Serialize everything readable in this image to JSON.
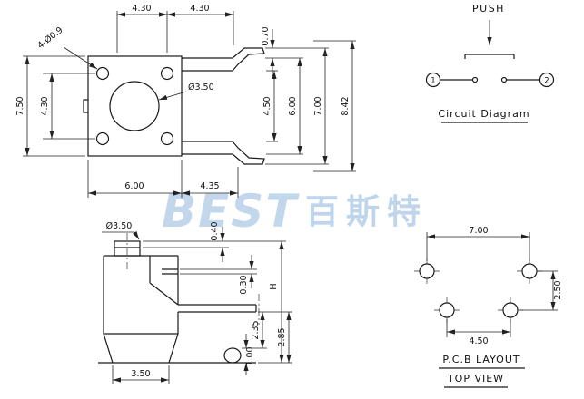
{
  "watermark": {
    "latin": "BEST",
    "cjk": "百斯特"
  },
  "top_view": {
    "dim_top_left": "4.30",
    "dim_top_right": "4.30",
    "dim_lead_offset": "0.70",
    "dim_height": "7.50",
    "dim_hole_spacing_v": "4.30",
    "label_corner_holes": "4-Ø0.9",
    "label_button_dia": "Ø3.50",
    "dim_lead_inner": "4.50",
    "dim_lead_outer": "6.00",
    "dim_clip_span": "7.00",
    "dim_overall": "8.42",
    "dim_body_width": "6.00",
    "dim_lead_length": "4.35"
  },
  "circuit_diagram": {
    "push_label": "PUSH",
    "terminal_left": "1",
    "terminal_right": "2",
    "caption": "Circuit Diagram"
  },
  "side_view": {
    "label_button_dia": "Ø3.50",
    "dim_button_step": "0.40",
    "dim_step": "0.30",
    "dim_height_h": "H",
    "dim_lead_to_base": "2.35",
    "dim_lead_to_bottom": "2.85",
    "dim_base_width": "3.50",
    "dim_foot": "1.00"
  },
  "pcb_layout": {
    "dim_hole_span_top": "7.00",
    "dim_row_spacing": "2.50",
    "dim_hole_span_bottom": "4.50",
    "caption_line1": "P.C.B LAYOUT",
    "caption_line2": "TOP VIEW"
  }
}
